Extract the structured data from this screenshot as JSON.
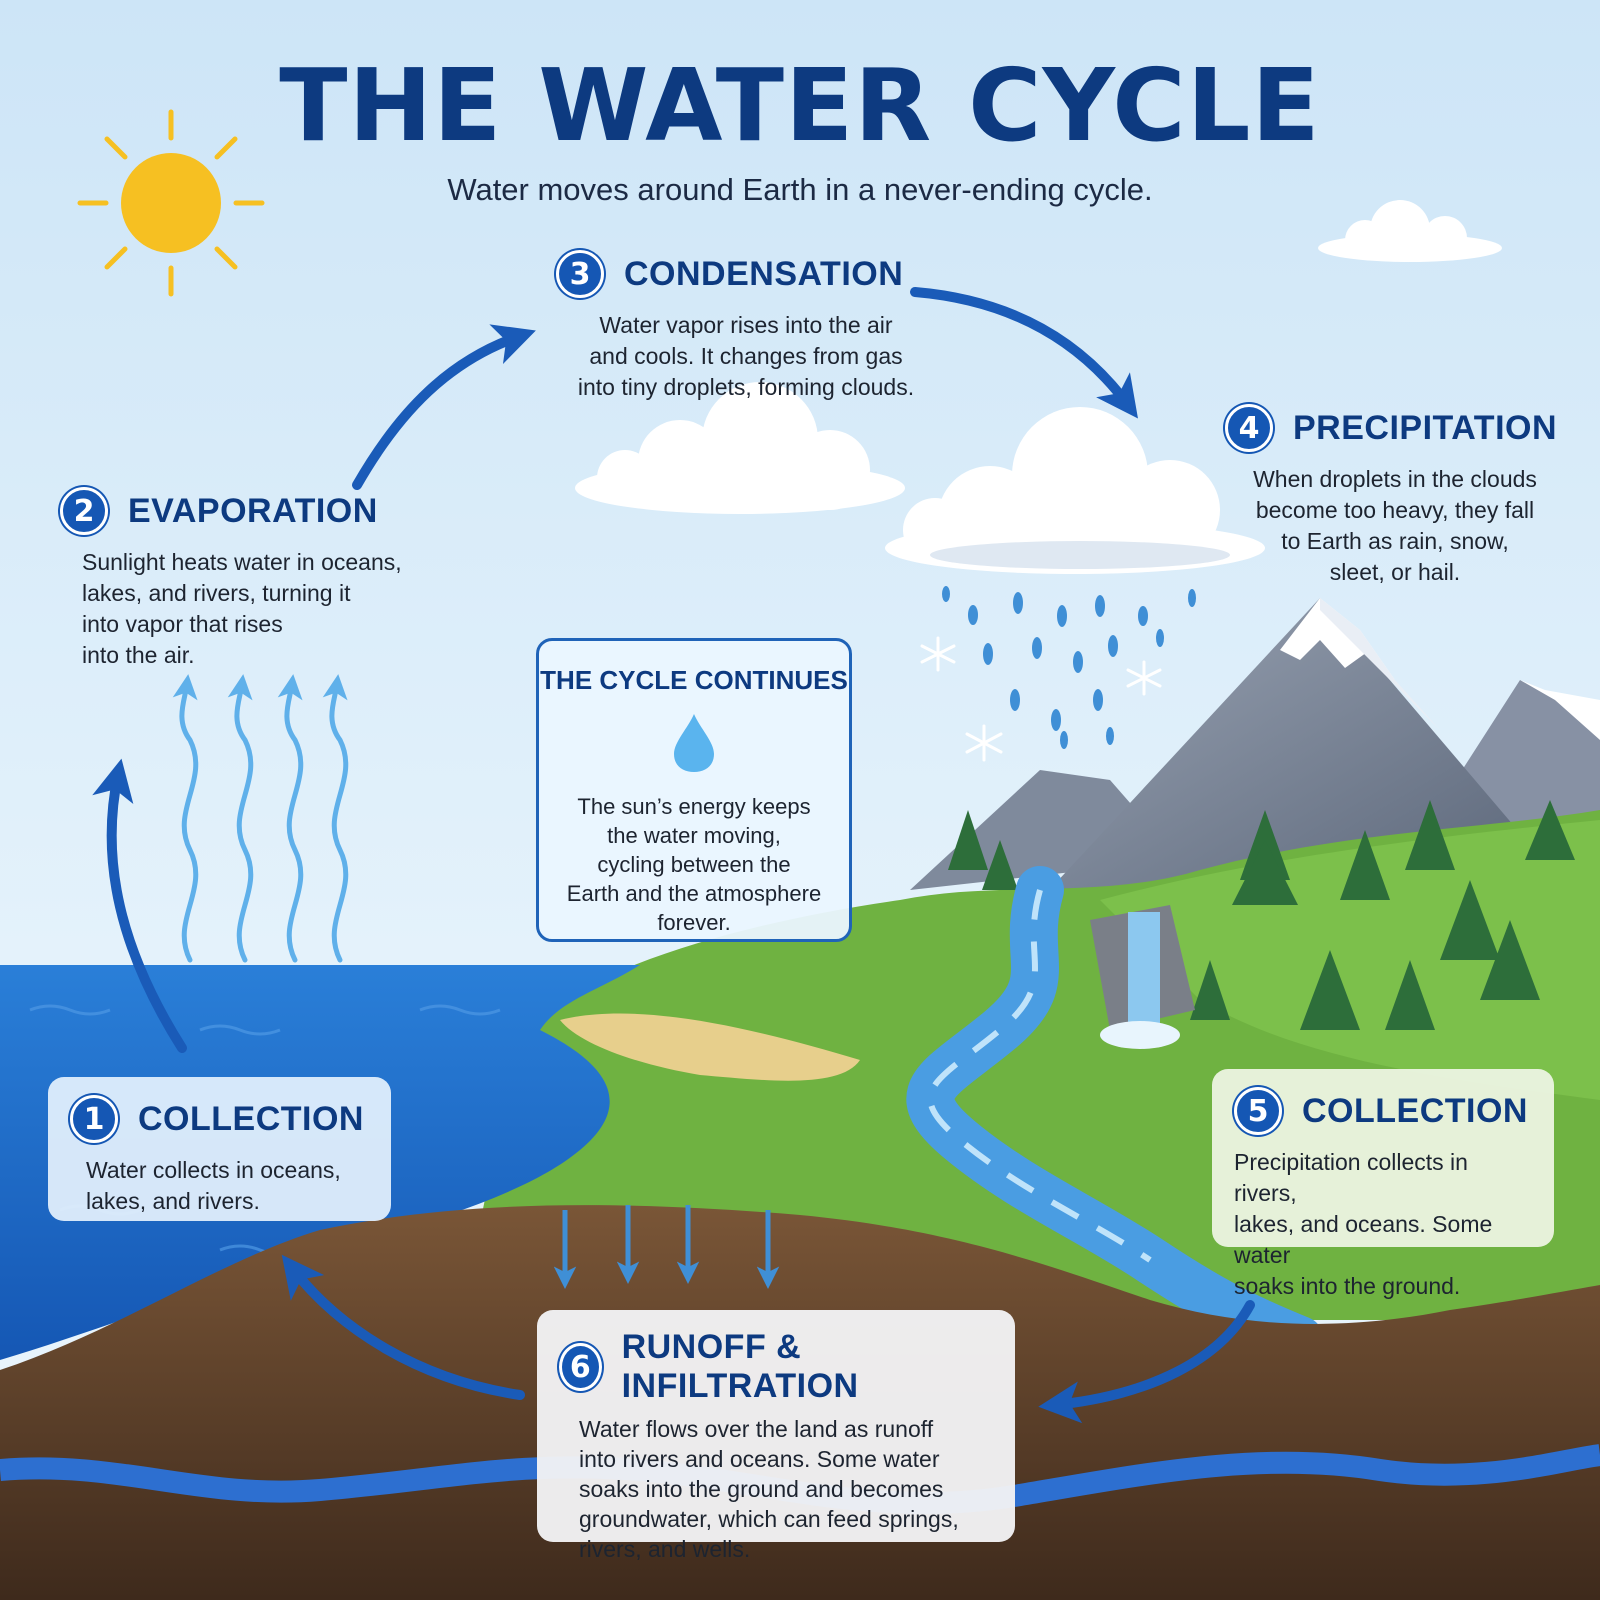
{
  "title": "THE WATER CYCLE",
  "subtitle": "Water moves around Earth in a never-ending cycle.",
  "steps": [
    {
      "number": "3",
      "title": "CONDENSATION",
      "text": "Water vapor rises into the air\nand cools. It changes from gas\ninto tiny droplets, forming clouds."
    },
    {
      "number": "2",
      "title": "EVAPORATION",
      "text": "Sunlight heats water in oceans,\nlakes, and rivers, turning it\ninto vapor that rises\ninto the air."
    },
    {
      "number": "4",
      "title": "PRECIPITATION",
      "text": "When droplets in the clouds\nbecome too heavy, they fall\nto Earth as rain, snow,\nsleet, or hail."
    },
    {
      "number": "1",
      "title": "COLLECTION",
      "text": "Water collects in oceans,\nlakes, and rivers."
    },
    {
      "number": "5",
      "title": "COLLECTION",
      "text": "Precipitation collects in rivers,\nlakes, and oceans. Some water\nsoaks into the ground."
    },
    {
      "number": "6",
      "title": "RUNOFF & INFILTRATION",
      "text": "Water flows over the land as runoff\ninto rivers and oceans. Some water\nsoaks into the ground and becomes\ngroundwater, which can feed springs,\nrivers, and wells."
    }
  ],
  "cycle_box": {
    "title": "THE CYCLE CONTINUES",
    "text": "The sun’s energy keeps\nthe water moving,\ncycling between the\nEarth and the atmosphere\nforever."
  },
  "colors": {
    "heading": "#0d3a80",
    "badge": "#1557b4",
    "arrow": "#1a5bb8",
    "sky_top": "#cfe6f8",
    "ocean": "#1f6fd0",
    "grass": "#6db33f",
    "soil": "#6b4a32",
    "sun": "#f6c022"
  }
}
